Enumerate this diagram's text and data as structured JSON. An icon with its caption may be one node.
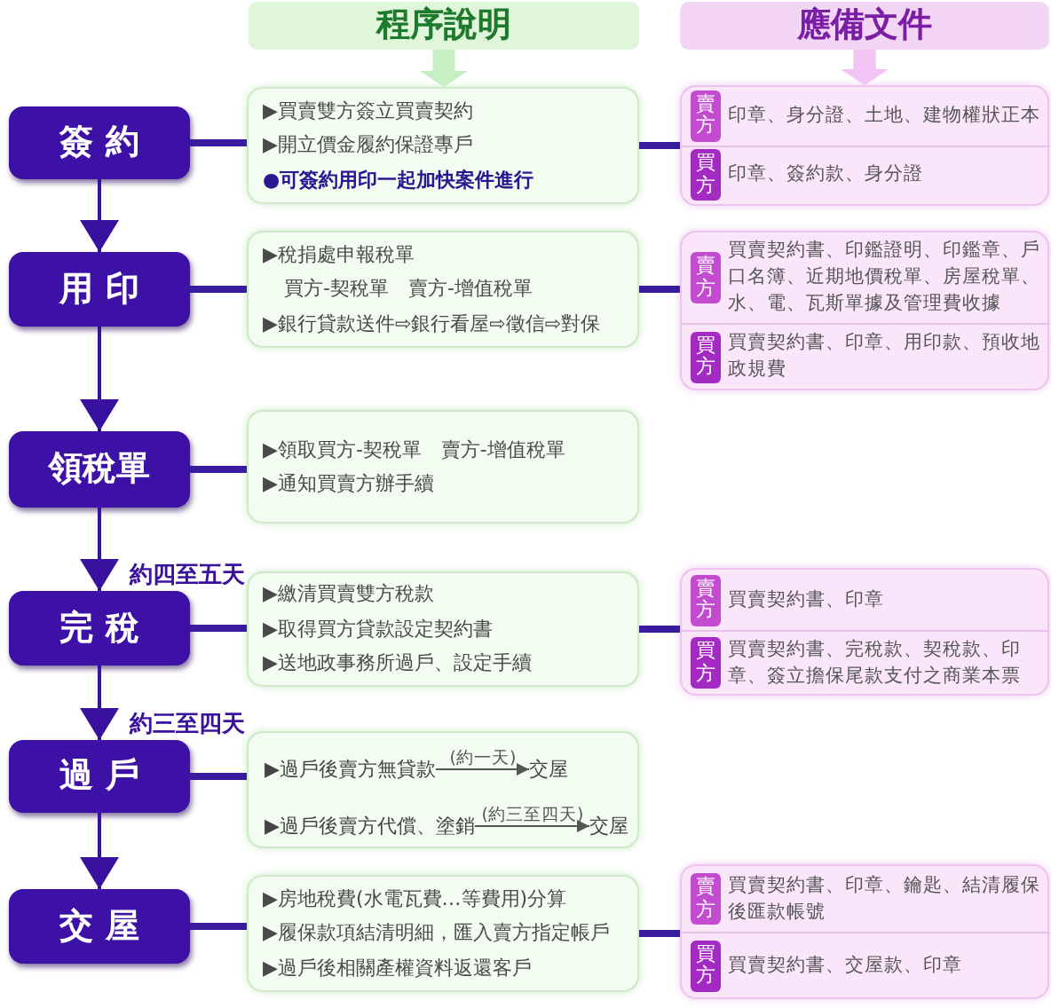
{
  "diagram": {
    "nodes": [
      {
        "text": [
          "程序說明"
        ]
      },
      {
        "text": [
          "應備文件"
        ]
      },
      {
        "text": [
          "簽 約"
        ]
      },
      {
        "text": [
          "▶買賣雙方簽立買賣契約",
          "▶開立價金履約保證專戶",
          "●可簽約用印一起加快案件進行"
        ]
      },
      {
        "text": [],
        "shape": "box"
      },
      {
        "text": [
          "賣方"
        ],
        "in": 4,
        "beside": [
          "印章、身分證、土地、建物權狀正本"
        ]
      },
      {
        "text": [
          "買方"
        ],
        "in": 4,
        "beside": [
          "印章、簽約款、身分證"
        ]
      },
      {
        "text": [
          "用 印"
        ]
      },
      {
        "text": [
          "▶稅捐處申報稅單",
          "買方-契稅單　賣方-增值稅單",
          "▶銀行貸款送件⇨銀行看屋⇨徵信⇨對保"
        ]
      },
      {
        "text": [],
        "shape": "box"
      },
      {
        "text": [
          "賣方"
        ],
        "in": 9,
        "beside": [
          "買賣契約書、印鑑證明、印鑑章、戶口名簿、近期地價稅單、房屋稅單、水、電、瓦斯單據及管理費收據"
        ]
      },
      {
        "text": [
          "買方"
        ],
        "in": 9,
        "beside": [
          "買賣契約書、印章、用印款、預收地政規費"
        ]
      },
      {
        "text": [
          "領稅單"
        ]
      },
      {
        "text": [
          "▶領取買方-契稅單　賣方-增值稅單",
          "▶通知買賣方辦手續"
        ]
      },
      {
        "text": [
          "完 稅"
        ]
      },
      {
        "text": [
          "▶繳清買賣雙方稅款",
          "▶取得買方貸款設定契約書",
          "▶送地政事務所過戶、設定手續"
        ]
      },
      {
        "text": [],
        "shape": "box"
      },
      {
        "text": [
          "賣方"
        ],
        "in": 16,
        "beside": [
          "買賣契約書、印章"
        ]
      },
      {
        "text": [
          "買方"
        ],
        "in": 16,
        "beside": [
          "買賣契約書、完稅款、契稅款、印章、簽立擔保尾款支付之商業本票"
        ]
      },
      {
        "text": [
          "過 戶"
        ]
      },
      {
        "text": [],
        "shape": "box"
      },
      {
        "text": [
          "▶過戶後賣方無貸款"
        ],
        "in": 20
      },
      {
        "text": [
          "交屋"
        ],
        "in": 20
      },
      {
        "text": [
          "▶過戶後賣方代償、塗銷"
        ],
        "in": 20
      },
      {
        "text": [
          "交屋"
        ],
        "in": 20
      },
      {
        "text": [
          "交 屋"
        ]
      },
      {
        "text": [
          "▶房地稅費(水電瓦費…等費用)分算",
          "▶履保款項結清明細，匯入賣方指定帳戶",
          "▶過戶後相關產權資料返還客戶"
        ]
      },
      {
        "text": [],
        "shape": "box"
      },
      {
        "text": [
          "賣方"
        ],
        "in": 27,
        "beside": [
          "買賣契約書、印章、鑰匙、結清履保後匯款帳號"
        ]
      },
      {
        "text": [
          "買方"
        ],
        "in": 27,
        "beside": [
          "買賣契約書、交屋款、印章"
        ]
      }
    ],
    "edges": [
      {
        "from": 0,
        "to": 3,
        "arrow": "to",
        "style": "thick",
        "color": "#c8eec3"
      },
      {
        "from": 1,
        "to": 4,
        "arrow": "to",
        "style": "thick",
        "color": "#f1c4f3"
      },
      {
        "from": 2,
        "to": 3,
        "arrow": "none"
      },
      {
        "from": 3,
        "to": 4,
        "arrow": "none"
      },
      {
        "from": 2,
        "to": 7,
        "arrow": "to"
      },
      {
        "from": 7,
        "to": 8,
        "arrow": "none"
      },
      {
        "from": 8,
        "to": 9,
        "arrow": "none"
      },
      {
        "from": 7,
        "to": 12,
        "arrow": "to"
      },
      {
        "from": 12,
        "to": 13,
        "arrow": "none"
      },
      {
        "from": 12,
        "to": 14,
        "arrow": "to",
        "label": "約四至五天"
      },
      {
        "from": 14,
        "to": 15,
        "arrow": "none"
      },
      {
        "from": 15,
        "to": 16,
        "arrow": "none"
      },
      {
        "from": 14,
        "to": 19,
        "arrow": "to",
        "label": "約三至四天"
      },
      {
        "from": 19,
        "to": 20,
        "arrow": "none"
      },
      {
        "from": 21,
        "to": 22,
        "arrow": "to",
        "label": "(約一天)",
        "color": "#555555"
      },
      {
        "from": 23,
        "to": 24,
        "arrow": "to",
        "label": "(約三至四天)",
        "color": "#555555"
      },
      {
        "from": 19,
        "to": 25,
        "arrow": "to"
      },
      {
        "from": 25,
        "to": 26,
        "arrow": "none"
      },
      {
        "from": 26,
        "to": 27,
        "arrow": "none"
      }
    ]
  }
}
